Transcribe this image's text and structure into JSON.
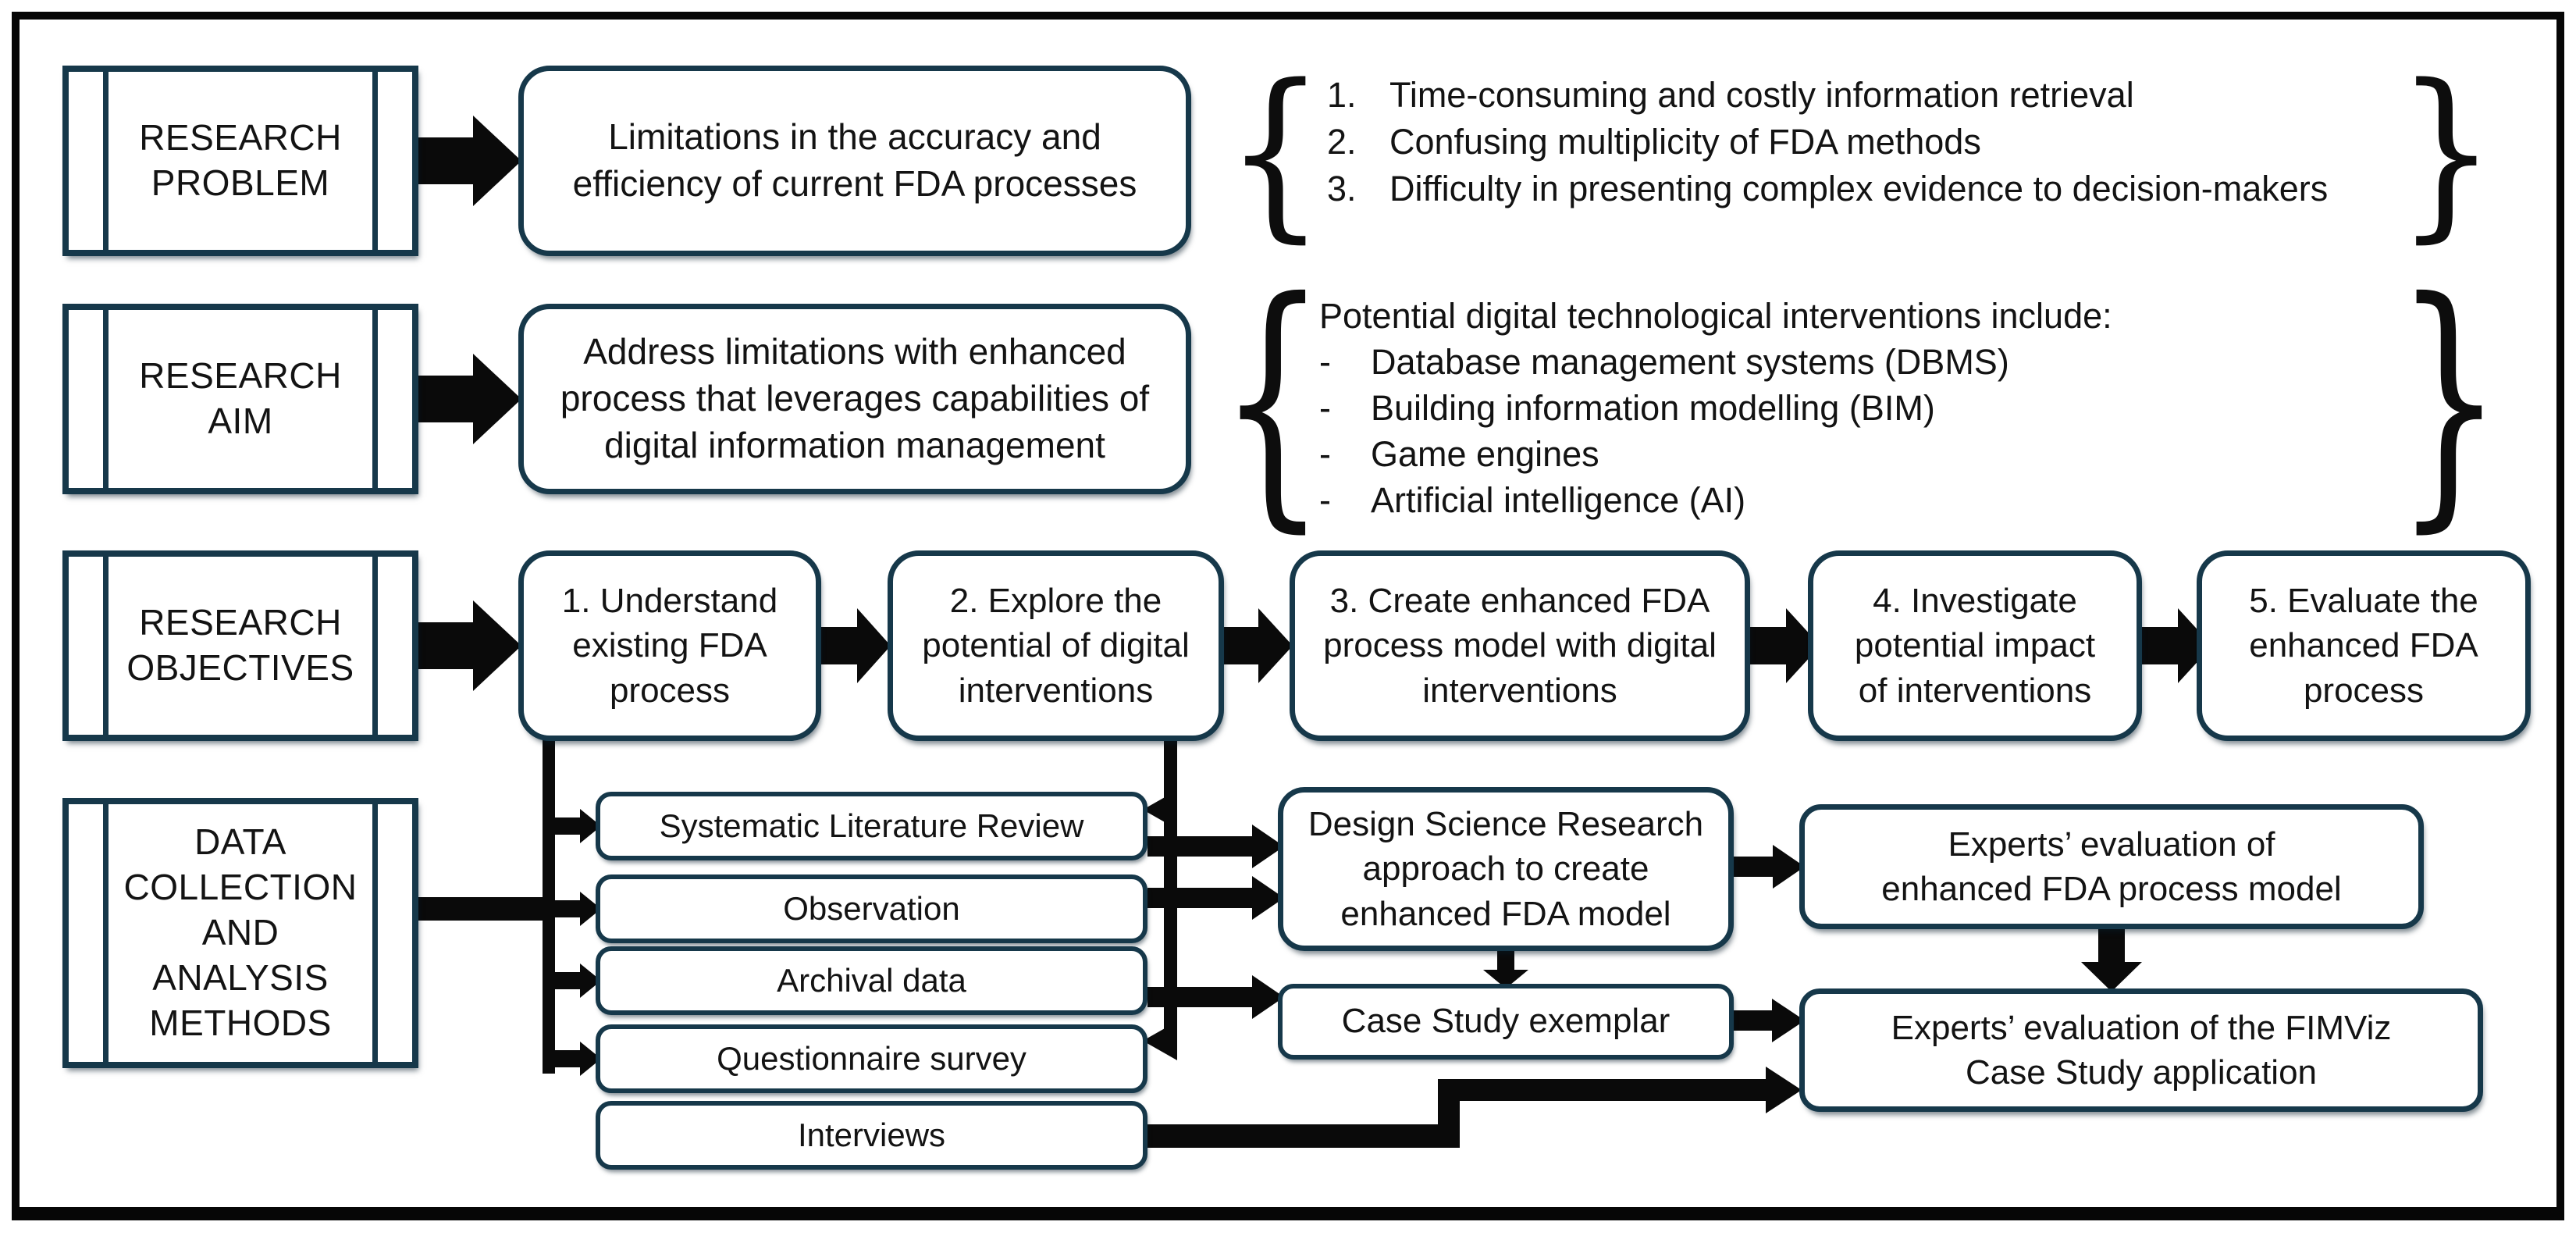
{
  "colors": {
    "box_border": "#16384a",
    "arrow": "#0a0a0a",
    "frame": "#060606",
    "text": "#131313"
  },
  "problem": {
    "label": "RESEARCH PROBLEM",
    "statement": "Limitations in the accuracy and efficiency of current FDA processes",
    "numbers": [
      "1.",
      "2.",
      "3."
    ],
    "issues": [
      "Time-consuming and costly information retrieval",
      "Confusing multiplicity of FDA methods",
      "Difficulty in presenting complex evidence to decision-makers"
    ]
  },
  "aim": {
    "label": "RESEARCH AIM",
    "statement": "Address limitations with enhanced process that leverages capabilities of digital information management",
    "intro": "Potential digital technological interventions include:",
    "bullet": "-",
    "interventions": [
      "Database management systems (DBMS)",
      "Building information modelling (BIM)",
      "Game engines",
      "Artificial intelligence (AI)"
    ]
  },
  "objectives": {
    "label": "RESEARCH OBJECTIVES",
    "steps": [
      "1. Understand existing FDA process",
      "2. Explore the potential of digital interventions",
      "3. Create enhanced FDA process model with digital interventions",
      "4. Investigate potential impact of interventions",
      "5. Evaluate the enhanced FDA process"
    ]
  },
  "methods": {
    "label": "DATA COLLECTION AND ANALYSIS METHODS",
    "items": [
      "Systematic Literature Review",
      "Observation",
      "Archival data",
      "Questionnaire survey",
      "Interviews"
    ]
  },
  "outputs": {
    "dsr": "Design Science Research approach to create enhanced FDA model",
    "case_study": "Case Study exemplar",
    "expert_model": "Experts’ evaluation of enhanced FDA process model",
    "expert_fimviz": "Experts’ evaluation of the FIMViz Case Study application"
  },
  "braces": {
    "open": "{",
    "close": "}"
  }
}
